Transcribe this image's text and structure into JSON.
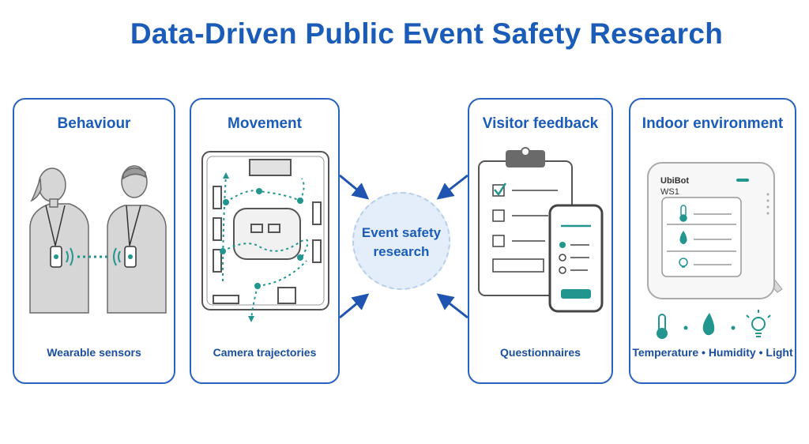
{
  "title": "Data-Driven Public Event Safety Research",
  "center": {
    "line1": "Event safety",
    "line2": "research"
  },
  "panels": [
    {
      "title": "Behaviour",
      "caption": "Wearable sensors"
    },
    {
      "title": "Movement",
      "caption": "Camera trajectories"
    },
    {
      "title": "Visitor feedback",
      "caption": "Questionnaires"
    },
    {
      "title": "Indoor environment",
      "caption": "Temperature • Humidity • Light"
    }
  ],
  "device": {
    "brand": "UbiBot",
    "model": "WS1"
  },
  "colors": {
    "accent": "#1a5cb8",
    "teal": "#23958f",
    "border": "#2a62c0"
  }
}
